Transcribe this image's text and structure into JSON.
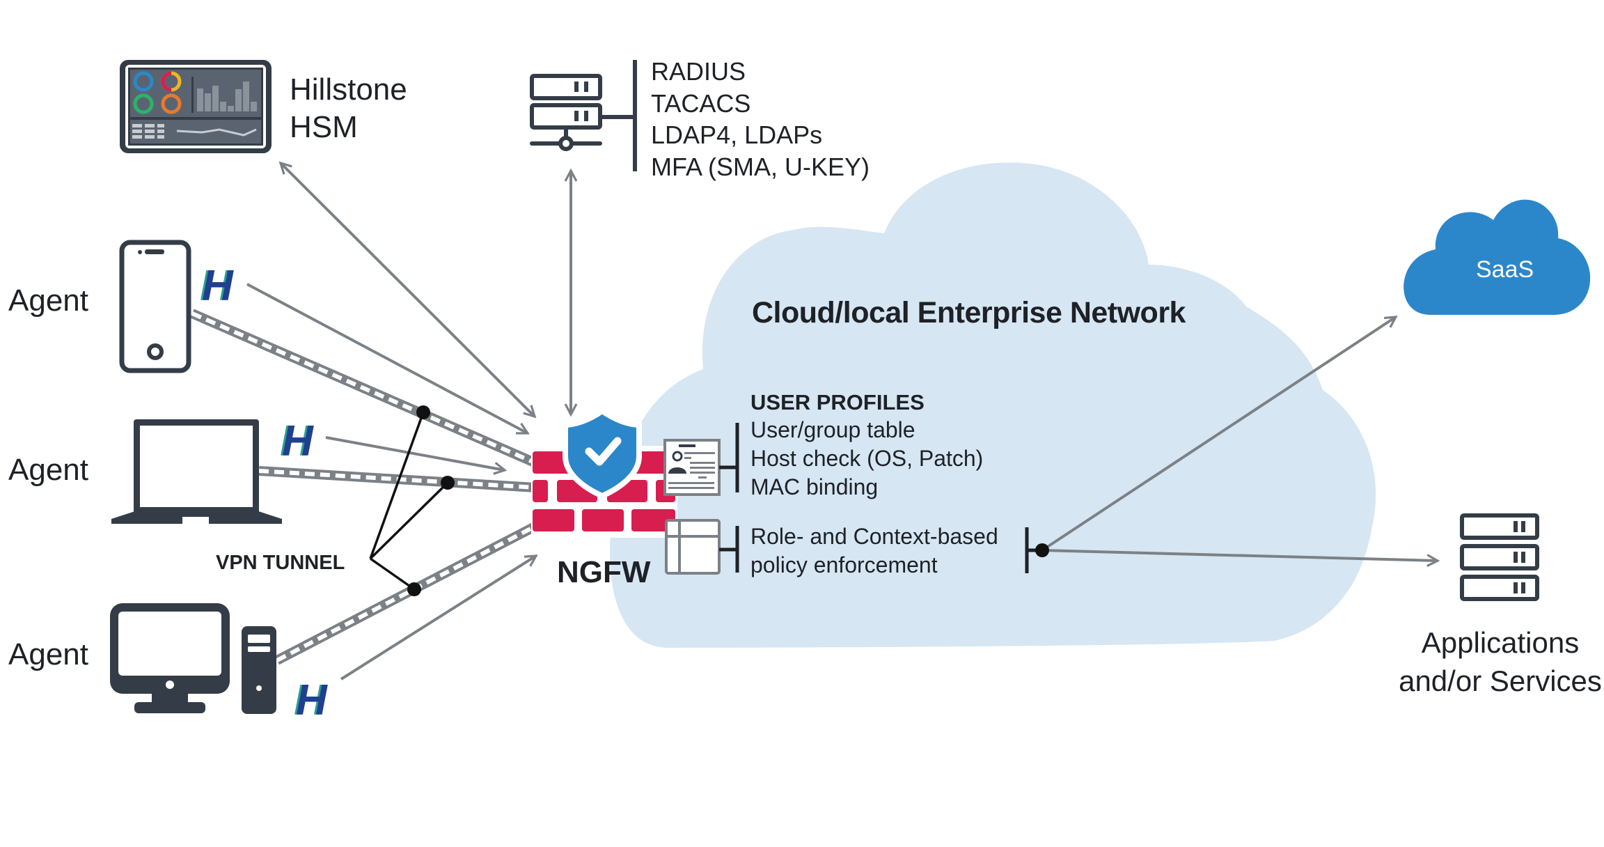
{
  "diagram": {
    "title": "Cloud/local Enterprise Network",
    "colors": {
      "cloud_fill": "#d6e6f3",
      "saas_fill": "#2b87c9",
      "firewall_red": "#d81e4f",
      "shield_blue": "#2b87c9",
      "icon_dark": "#343d47",
      "arrow_gray": "#7b8186",
      "hillstone_blue": "#1f3f91"
    },
    "hsm": {
      "line1": "Hillstone",
      "line2": "HSM",
      "icon": "dashboard-monitor-icon"
    },
    "auth_server": {
      "icon": "server-network-icon",
      "items": [
        "RADIUS",
        "TACACS",
        "LDAP4, LDAPs",
        "MFA (SMA, U-KEY)"
      ]
    },
    "agents": [
      {
        "label": "Agent",
        "device": "smartphone-icon",
        "client_logo": "H"
      },
      {
        "label": "Agent",
        "device": "laptop-icon",
        "client_logo": "H"
      },
      {
        "label": "Agent",
        "device": "desktop-pc-icon",
        "client_logo": "H"
      }
    ],
    "vpn_tunnel_label": "VPN TUNNEL",
    "ngfw": {
      "label": "NGFW",
      "icon": "firewall-shield-icon"
    },
    "user_profiles": {
      "title": "USER PROFILES",
      "items": [
        "User/group table",
        "Host check (OS, Patch)",
        "MAC binding"
      ]
    },
    "policy": {
      "items": [
        "Role- and Context-based",
        "policy enforcement"
      ]
    },
    "saas": {
      "label": "SaaS"
    },
    "applications": {
      "line1": "Applications",
      "line2": "and/or Services"
    }
  }
}
